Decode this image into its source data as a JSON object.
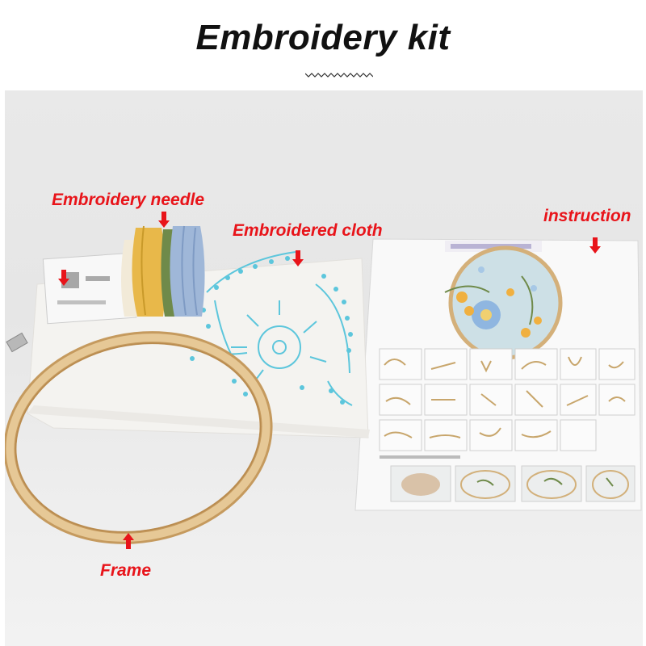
{
  "title": "Embroidery kit",
  "labels": {
    "needle": "Embroidery needle",
    "cloth": "Embroidered cloth",
    "instruction": "instruction",
    "frame": "Frame"
  },
  "colors": {
    "label_red": "#e8141a",
    "hoop_wood": "#d8b684",
    "thread_yellow": "#e8b84a",
    "thread_green": "#6f8a4a",
    "thread_blue": "#9fb7d8",
    "pattern_blue": "#5cc6dc"
  }
}
